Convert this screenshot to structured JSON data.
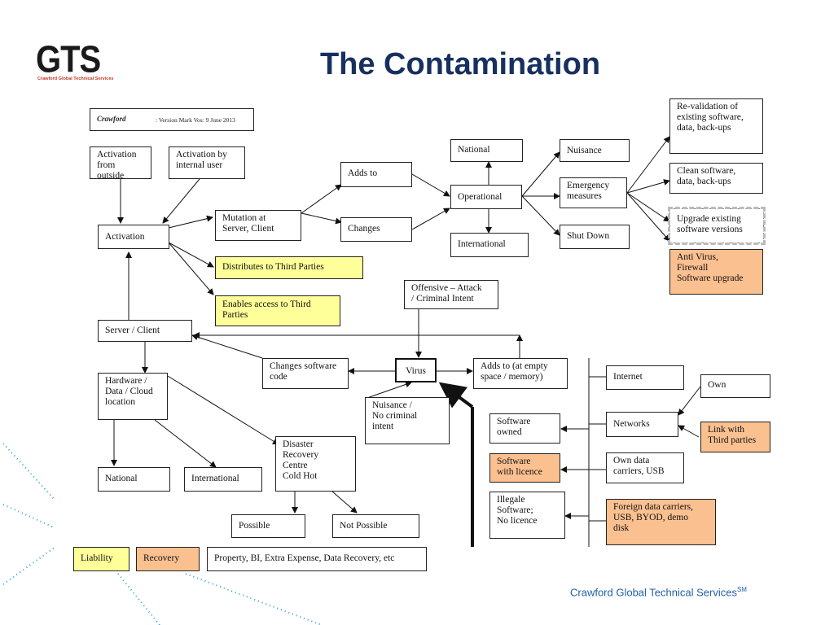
{
  "header": {
    "logo_text": "GTS",
    "logo_sub": "Crawford Global Technical Services",
    "title": "The Contamination"
  },
  "version_box": {
    "mark": "Crawford",
    "version": ": Version Mark Vos: 9 June 2013"
  },
  "diagram": {
    "activation_outside": "Activation\nfrom outside",
    "activation_internal": "Activation by\ninternal user",
    "activation": "Activation",
    "mutation": "Mutation at\nServer, Client",
    "adds_to": "Adds to",
    "changes": "Changes",
    "national_top": "National",
    "operational": "Operational",
    "international_top": "International",
    "nuisance_top": "Nuisance",
    "emergency": "Emergency\nmeasures",
    "shut_down": "Shut Down",
    "revalidation": "Re-validation of\nexisting software,\ndata, back-ups",
    "clean_software": "Clean software,\ndata, back-ups",
    "upgrade_software": "Upgrade existing\nsoftware versions",
    "antivirus": "Anti Virus,\nFirewall\nSoftware upgrade",
    "distributes": "Distributes to Third Parties",
    "enables_access": "Enables access to Third\nParties",
    "offensive": "Offensive – Attack\n/ Criminal Intent",
    "server_client": "Server / Client",
    "changes_code": "Changes software\ncode",
    "virus": "Virus",
    "adds_to_empty": "Adds to  (at empty\nspace / memory)",
    "hardware": "Hardware /\nData / Cloud\nlocation",
    "nuisance_nc": "Nuisance  /\nNo criminal\nintent",
    "national_bottom": "National",
    "international_bottom": "International",
    "disaster": "Disaster\nRecovery\nCentre\nCold       Hot",
    "possible": "Possible",
    "not_possible": "Not Possible",
    "internet": "Internet",
    "own": "Own",
    "networks": "Networks",
    "link_third": "Link with\nThird parties",
    "software_owned": "Software\nowned",
    "software_licence": "Software\nwith licence",
    "own_data": "Own data\ncarriers, USB",
    "illegal_software": "Illegale\nSoftware;\nNo licence",
    "foreign_data": "Foreign data carriers,\nUSB, BYOD, demo\ndisk",
    "liability": "Liability",
    "recovery": "Recovery",
    "property": "Property, BI, Extra Expense, Data Recovery, etc"
  },
  "footer": {
    "text": "Crawford Global Technical Services",
    "mark": "SM"
  },
  "colors": {
    "title": "#17305f",
    "yellow": "#ffff99",
    "orange": "#fac090",
    "footer": "#1f5fa8",
    "dots": "#2a9fd6"
  }
}
